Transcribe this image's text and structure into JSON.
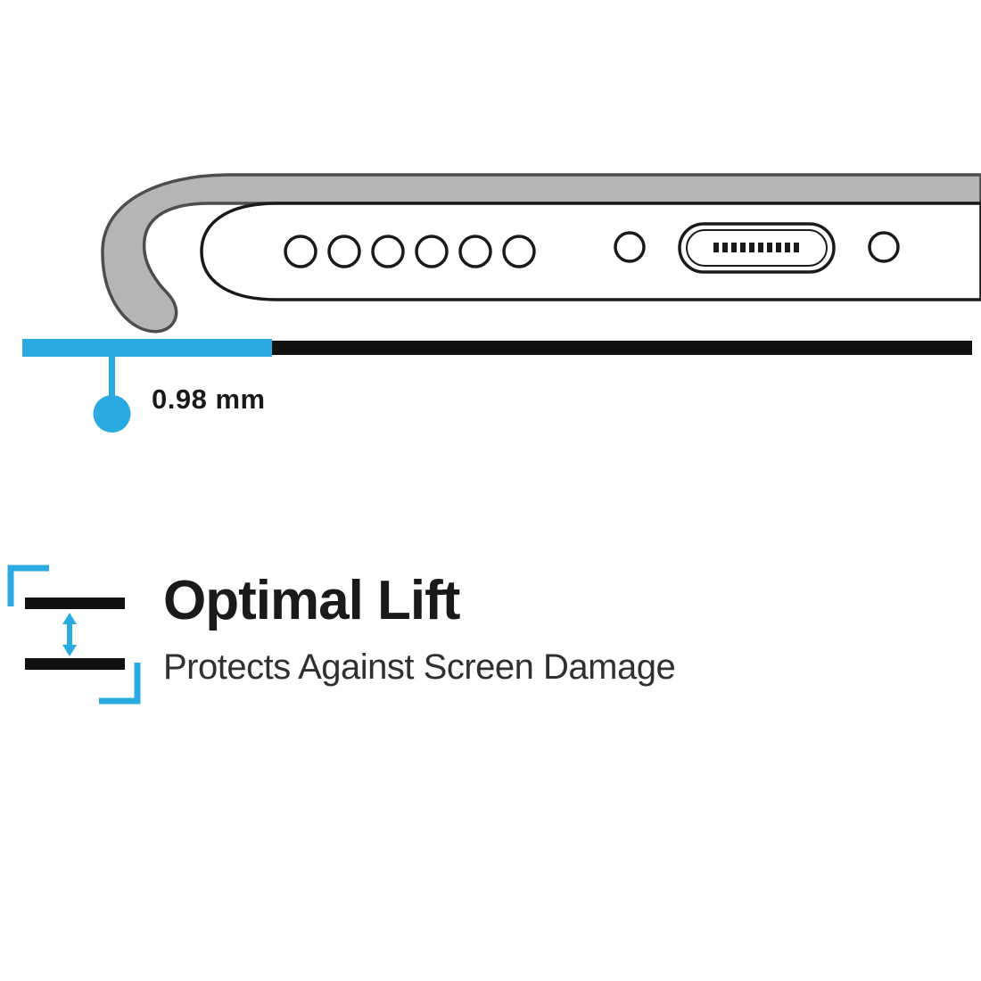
{
  "illustration": {
    "name": "phone-bottom-edge-in-case",
    "measurement": {
      "label": "0.98 mm"
    }
  },
  "feature": {
    "title": "Optimal Lift",
    "subtitle": "Protects Against Screen Damage"
  },
  "icons": {
    "lift_icon": "double-arrow-between-two-bars-with-corner-brackets",
    "measurement_dot": "circle-marker",
    "charging_port": "charging-port-with-pins",
    "speaker_holes": "six-circular-speaker-holes"
  },
  "colors": {
    "accent": "#29ABE2",
    "bar": "#111111",
    "case_fill": "#B5B5B5",
    "case_stroke": "#4D4D4D",
    "outline": "#1A1A1A",
    "title_text": "#1A1A1A",
    "subtitle_text": "#303030",
    "background": "#FFFFFF"
  }
}
